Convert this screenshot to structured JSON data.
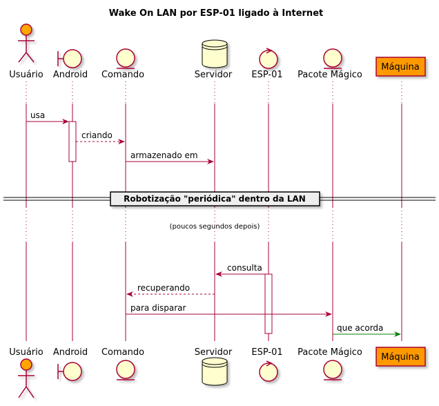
{
  "diagram": {
    "title": "Wake On LAN por ESP-01 ligado à Internet",
    "colors": {
      "actor_fill": "#FFA500",
      "participant_fill": "#FEFECE",
      "participant_stroke": "#A80036",
      "machine_fill": "#FF9900",
      "machine_stroke": "#A80036",
      "message": "#A80036",
      "wake_message": "#008000"
    },
    "participants": [
      {
        "id": "usuario",
        "label": "Usuário",
        "shape": "actor-icon"
      },
      {
        "id": "android",
        "label": "Android",
        "shape": "boundary-icon"
      },
      {
        "id": "comando",
        "label": "Comando",
        "shape": "entity-icon"
      },
      {
        "id": "servidor",
        "label": "Servidor",
        "shape": "database-icon"
      },
      {
        "id": "esp01",
        "label": "ESP-01",
        "shape": "control-icon"
      },
      {
        "id": "pacote",
        "label": "Pacote Mágico",
        "shape": "entity-icon"
      },
      {
        "id": "maquina",
        "label": "Máquina",
        "shape": "box"
      }
    ],
    "messages": [
      {
        "from": "usuario",
        "to": "android",
        "label": "usa",
        "style": "solid"
      },
      {
        "from": "android",
        "to": "comando",
        "label": "criando",
        "style": "dashed"
      },
      {
        "from": "comando",
        "to": "servidor",
        "label": "armazenado em",
        "style": "solid"
      },
      {
        "from": "esp01",
        "to": "servidor",
        "label": "consulta",
        "style": "solid"
      },
      {
        "from": "servidor",
        "to": "comando",
        "label": "recuperando",
        "style": "dashed"
      },
      {
        "from": "comando",
        "to": "pacote",
        "label": "para disparar",
        "style": "solid"
      },
      {
        "from": "pacote",
        "to": "maquina",
        "label": "que acorda",
        "style": "solid-green"
      }
    ],
    "divider": "Robotização \"periódica\" dentro da LAN",
    "delay_note": "(poucos segundos depois)"
  }
}
